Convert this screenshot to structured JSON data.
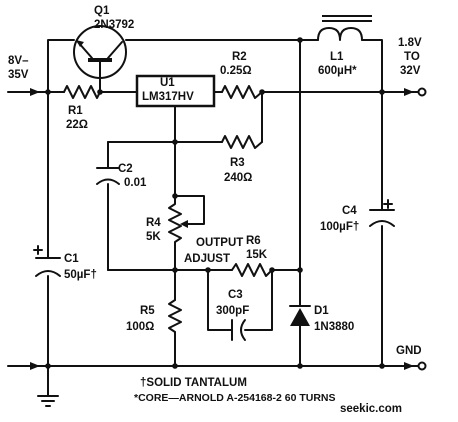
{
  "input": {
    "line1": "8V–",
    "line2": "35V"
  },
  "output": {
    "line1": "1.8V",
    "line2": "TO",
    "line3": "32V"
  },
  "ground_label": "GND",
  "components": {
    "q1": {
      "ref": "Q1",
      "part": "2N3792"
    },
    "u1": {
      "ref": "U1",
      "part": "LM317HV"
    },
    "r1": {
      "ref": "R1",
      "value": "22Ω"
    },
    "r2": {
      "ref": "R2",
      "value": "0.25Ω"
    },
    "r3": {
      "ref": "R3",
      "value": "240Ω"
    },
    "r4": {
      "ref": "R4",
      "value": "5K",
      "function_line1": "OUTPUT",
      "function_line2": "ADJUST"
    },
    "r5": {
      "ref": "R5",
      "value": "100Ω"
    },
    "r6": {
      "ref": "R6",
      "value": "15K"
    },
    "l1": {
      "ref": "L1",
      "value": "600µH*"
    },
    "c1": {
      "ref": "C1",
      "value": "50µF†"
    },
    "c2": {
      "ref": "C2",
      "value": "0.01"
    },
    "c3": {
      "ref": "C3",
      "value": "300pF"
    },
    "c4": {
      "ref": "C4",
      "value": "100µF†"
    },
    "d1": {
      "ref": "D1",
      "part": "1N3880"
    }
  },
  "notes": {
    "note1": "†SOLID TANTALUM",
    "note2": "*CORE—ARNOLD A-254168-2 60 TURNS"
  },
  "watermark": "seekic.com"
}
